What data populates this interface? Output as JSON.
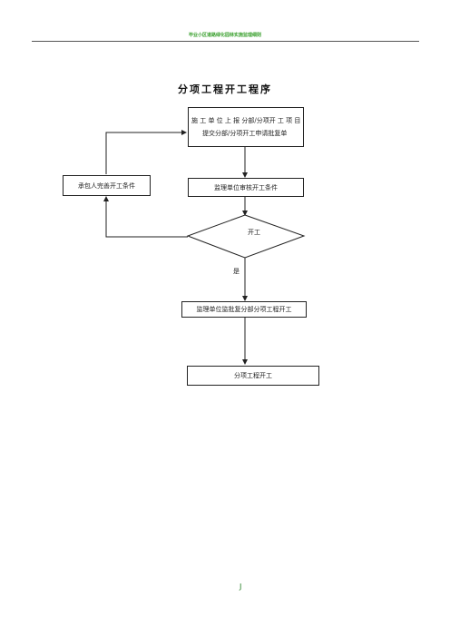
{
  "header": {
    "text": "毕业小区道路绿化园林实施监理细则"
  },
  "title": "分项工程开工程序",
  "flow": {
    "step1_line1": "施 工 单 位 上 报 分部/分项开 工 项 目",
    "step1_line2": "提交分部/分项开工申请批复单",
    "step2": "监理单位审核开工条件",
    "decision": "开工",
    "side_box": "承包人完善开工条件",
    "yes_label": "是",
    "step3": "监理单位监批复分部分项工程开工",
    "step4": "分项工程开工"
  },
  "footer": {
    "page_mark": "J"
  }
}
